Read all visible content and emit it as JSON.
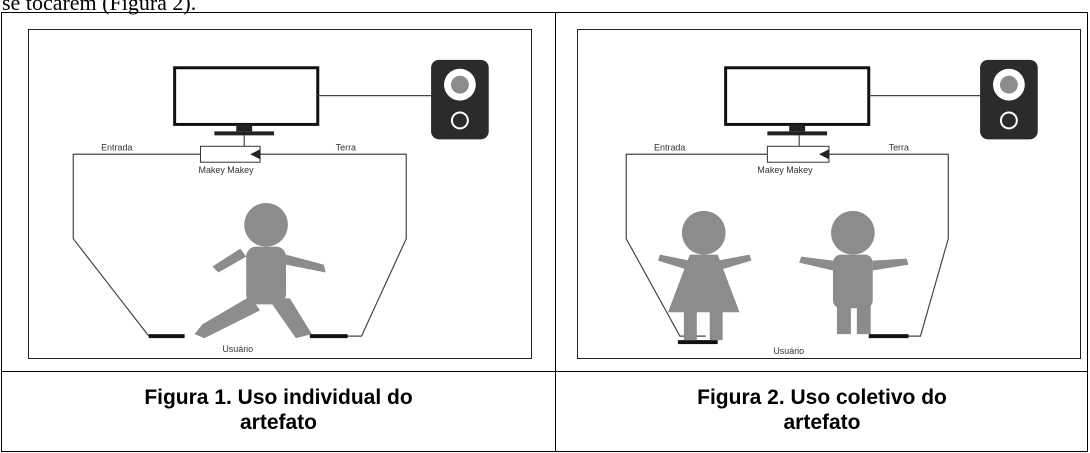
{
  "top_text": "se tocarem (Figura 2).",
  "figure1": {
    "label_input": "Entrada",
    "label_ground": "Terra",
    "label_device": "Makey Makey",
    "label_user": "Usuário",
    "caption_line1": "Figura 1. Uso individual do",
    "caption_line2": "artefato"
  },
  "figure2": {
    "label_input": "Entrada",
    "label_ground": "Terra",
    "label_device": "Makey Makey",
    "label_user": "Usuário",
    "caption_line1": "Figura 2. Uso coletivo do",
    "caption_line2": "artefato"
  },
  "colors": {
    "figure_gray": "#8c8c8c",
    "speaker": "#2b2b2b",
    "line": "#444444"
  }
}
